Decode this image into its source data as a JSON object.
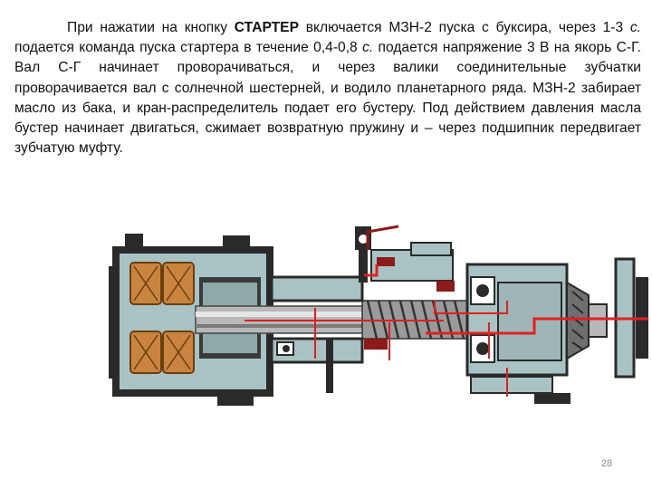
{
  "paragraph": {
    "p1": "При нажатии на кнопку ",
    "starter_word": "СТАРТЕР",
    "p2": " включается МЗН-2 пуска с буксира, через 1-3 ",
    "unit_s1": "с.",
    "p3": " подается команда пуска стартера в течение 0,4-0,8 ",
    "unit_s2": "с.",
    "p4": " подается напряжение 3 В на якорь С-Г. Вал С-Г начинает проворачиваться, и через валики соединительные зубчатки проворачивается вал с солнечной шестерней, и водило планетарного ряда. МЗН-2 забирает масло из бака, и кран-распределитель подает его бустеру. Под действием давления масла бустер начинает двигаться, сжимает возвратную пружину и – через подшипник передвигает зубчатую муфту."
  },
  "figure": {
    "colors": {
      "casing": "#2a2a2a",
      "section": "#a9c3c4",
      "winding": "#c9843f",
      "shaft": "#b8b8b8",
      "oil_line": "#e02020",
      "dark_red": "#8b1a1a"
    }
  },
  "page_number": "28"
}
